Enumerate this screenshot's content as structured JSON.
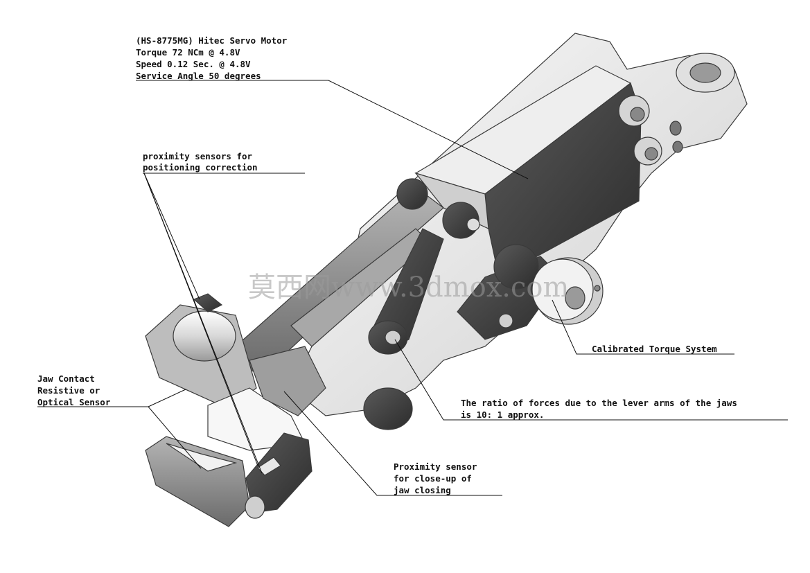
{
  "callouts": {
    "servo": {
      "line1": "(HS-8775MG) Hitec Servo Motor",
      "line2": "Torque 72 NCm @ 4.8V",
      "line3": "Speed 0.12 Sec. @ 4.8V",
      "line4": "Service Angle 50 degrees"
    },
    "proximity_positioning": {
      "line1": "proximity sensors for",
      "line2": "positioning correction"
    },
    "jaw_contact": {
      "line1": "Jaw Contact",
      "line2": "Resistive or",
      "line3": "Optical Sensor"
    },
    "torque_system": {
      "line1": "Calibrated Torque System"
    },
    "lever_ratio": {
      "line1": "The ratio of forces due to the lever arms of the jaws",
      "line2": "is 10: 1 approx."
    },
    "proximity_closeup": {
      "line1": "Proximity sensor",
      "line2": "for close-up of",
      "line3": "jaw closing"
    }
  },
  "watermark": {
    "text": "莫西网www.3dmox.com"
  },
  "colors": {
    "dark_part": "#3f3f3f",
    "mid_part": "#8c8c8c",
    "light_part": "#e6e6e6",
    "white_part": "#f5f5f5"
  }
}
